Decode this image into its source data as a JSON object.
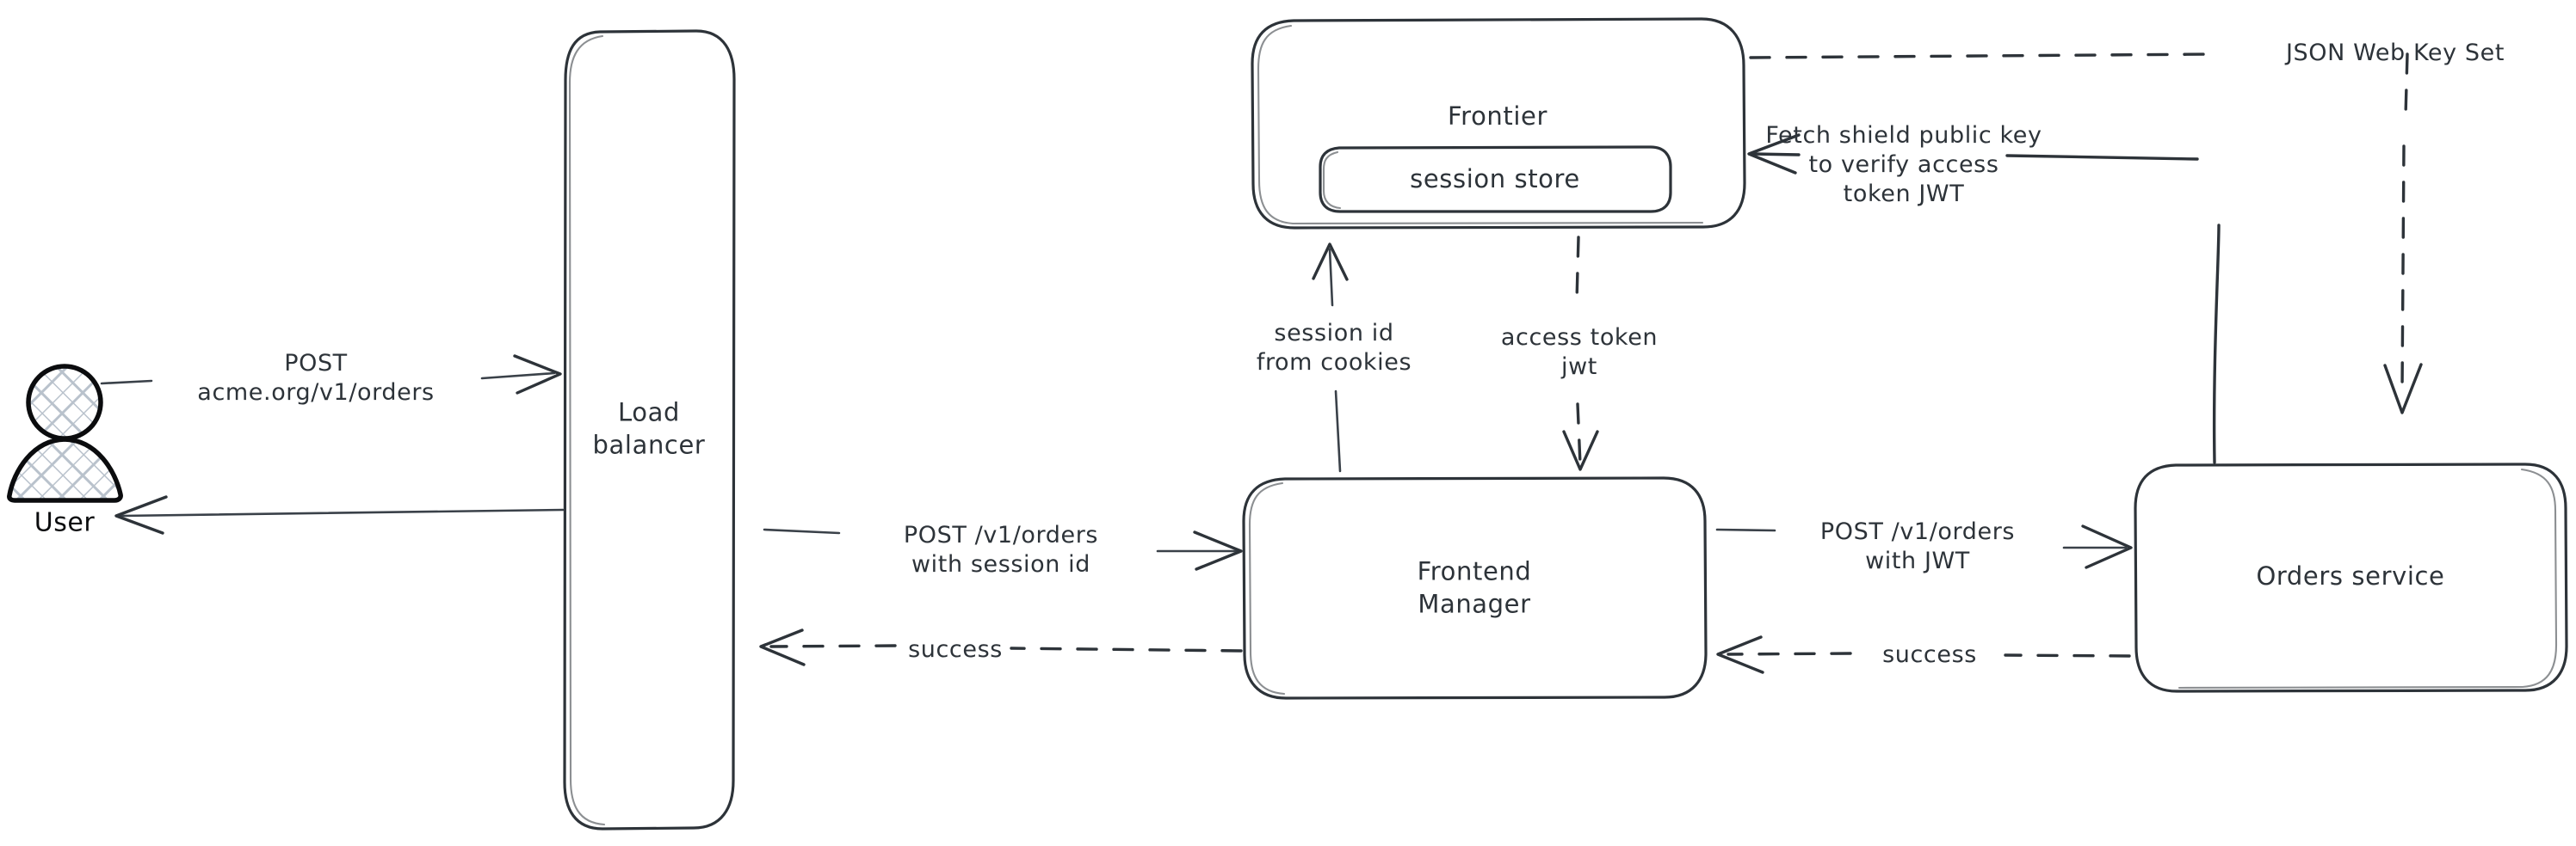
{
  "diagram": {
    "title": "Request flow with session to JWT exchange",
    "background_color": "#ffffff",
    "stroke_color": "#2d3339",
    "actor_stroke_color": "#0b0c0e",
    "hatch_color": "#b9c2cc"
  },
  "actors": [
    {
      "id": "user",
      "name": "User",
      "shape": "person",
      "fill": "hatched"
    }
  ],
  "nodes": [
    {
      "id": "load-balancer",
      "label": "Load\nbalancer",
      "shape": "rounded-rect"
    },
    {
      "id": "frontier",
      "label": "Frontier",
      "shape": "rounded-rect"
    },
    {
      "id": "session-store",
      "label": "session store",
      "shape": "rounded-rect",
      "parent": "frontier"
    },
    {
      "id": "frontend-manager",
      "label": "Frontend\nManager",
      "shape": "rounded-rect"
    },
    {
      "id": "orders-service",
      "label": "Orders service",
      "shape": "rounded-rect"
    }
  ],
  "edges": [
    {
      "id": "user-to-lb",
      "from": "user",
      "to": "load-balancer",
      "label": "POST\nacme.org/v1/orders",
      "style": "solid",
      "direction": "right"
    },
    {
      "id": "lb-to-user",
      "from": "load-balancer",
      "to": "user",
      "label": "",
      "style": "solid",
      "direction": "left"
    },
    {
      "id": "lb-to-fm",
      "from": "load-balancer",
      "to": "frontend-manager",
      "label": "POST /v1/orders\nwith session id",
      "style": "solid",
      "direction": "right"
    },
    {
      "id": "fm-to-lb",
      "from": "frontend-manager",
      "to": "load-balancer",
      "label": "success",
      "style": "dashed",
      "direction": "left"
    },
    {
      "id": "fm-to-frontier",
      "from": "frontend-manager",
      "to": "frontier",
      "label": "session id\nfrom cookies",
      "style": "solid",
      "direction": "up"
    },
    {
      "id": "frontier-to-fm",
      "from": "frontier",
      "to": "frontend-manager",
      "label": "access token\njwt",
      "style": "dashed",
      "direction": "down"
    },
    {
      "id": "fm-to-orders",
      "from": "frontend-manager",
      "to": "orders-service",
      "label": "POST /v1/orders\nwith JWT",
      "style": "solid",
      "direction": "right"
    },
    {
      "id": "orders-to-fm",
      "from": "orders-service",
      "to": "frontend-manager",
      "label": "success",
      "style": "dashed",
      "direction": "left"
    },
    {
      "id": "orders-to-frontier",
      "from": "orders-service",
      "to": "frontier",
      "label": "Fetch shield public key\nto verify access\ntoken JWT",
      "style": "solid",
      "direction": "left"
    },
    {
      "id": "frontier-to-orders",
      "from": "frontier",
      "to": "orders-service",
      "label": "JSON Web Key Set",
      "style": "dashed",
      "direction": "down"
    }
  ]
}
